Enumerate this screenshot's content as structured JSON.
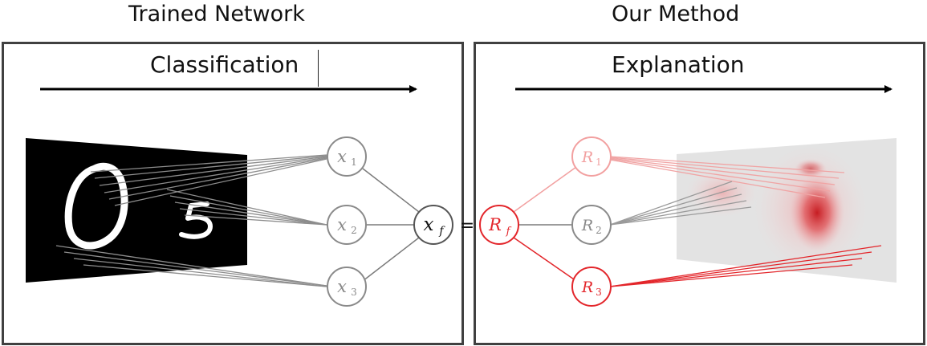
{
  "headings": {
    "left": "Trained Network",
    "right": "Our Method"
  },
  "phases": {
    "left": "Classification",
    "right": "Explanation"
  },
  "nodes": {
    "x1": {
      "base": "x",
      "sub": "1"
    },
    "x2": {
      "base": "x",
      "sub": "2"
    },
    "x3": {
      "base": "x",
      "sub": "3"
    },
    "xf": {
      "base": "x",
      "sub": "f"
    },
    "r1": {
      "base": "R",
      "sub": "1"
    },
    "r2": {
      "base": "R",
      "sub": "2"
    },
    "r3": {
      "base": "R",
      "sub": "3"
    },
    "rf": {
      "base": "R",
      "sub": "f"
    }
  },
  "equals": "=",
  "colors": {
    "gray_node": "#8a8a8a",
    "red_strong": "#e3262b",
    "red_light": "#f2a0a0",
    "frame": "#404040"
  }
}
